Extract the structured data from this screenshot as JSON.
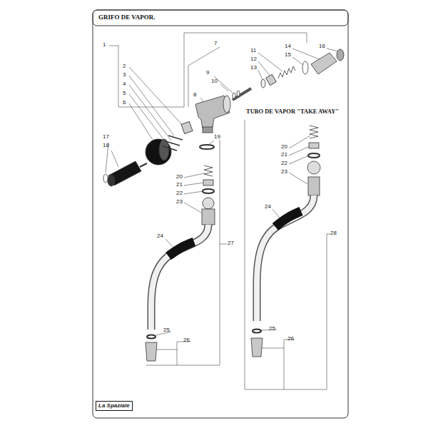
{
  "diagram": {
    "title": "GRIFO DE VAPOR.",
    "labels": [
      "1",
      "2",
      "3",
      "4",
      "5",
      "6",
      "7",
      "8",
      "9",
      "10",
      "11",
      "12",
      "13",
      "14",
      "15",
      "16",
      "17",
      "18",
      "19",
      "20",
      "21",
      "22",
      "23",
      "24",
      "25",
      "26",
      "27",
      "TUBO DE VAPOR \"TAKE AWAY\"",
      "20",
      "21",
      "22",
      "23",
      "24",
      "25",
      "26",
      "28",
      "La Spaziale"
    ]
  }
}
